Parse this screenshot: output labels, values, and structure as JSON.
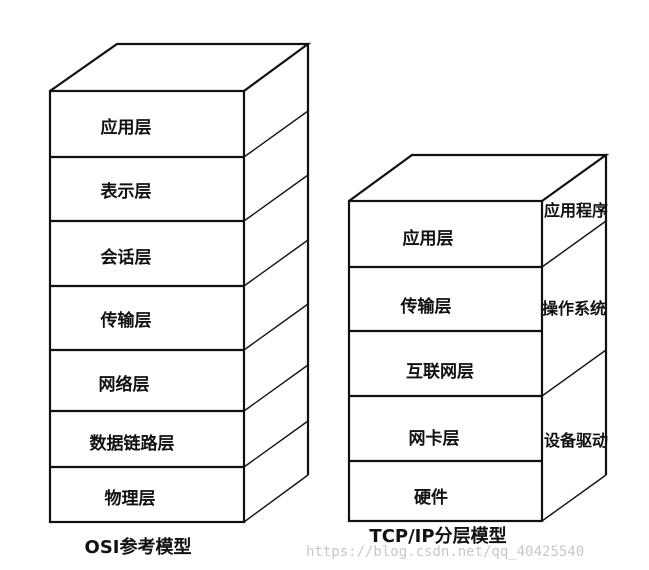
{
  "osi": {
    "caption": "OSI参考模型",
    "layers": [
      "应用层",
      "表示层",
      "会话层",
      "传输层",
      "网络层",
      "数据链路层",
      "物理层"
    ]
  },
  "tcpip": {
    "caption": "TCP/IP分层模型",
    "layers": [
      "应用层",
      "传输层",
      "互联网层",
      "网卡层",
      "硬件"
    ],
    "side_labels": [
      "应用程序",
      "操作系统",
      "设备驱动"
    ]
  },
  "watermark": "https://blog.csdn.net/qq_40425540"
}
